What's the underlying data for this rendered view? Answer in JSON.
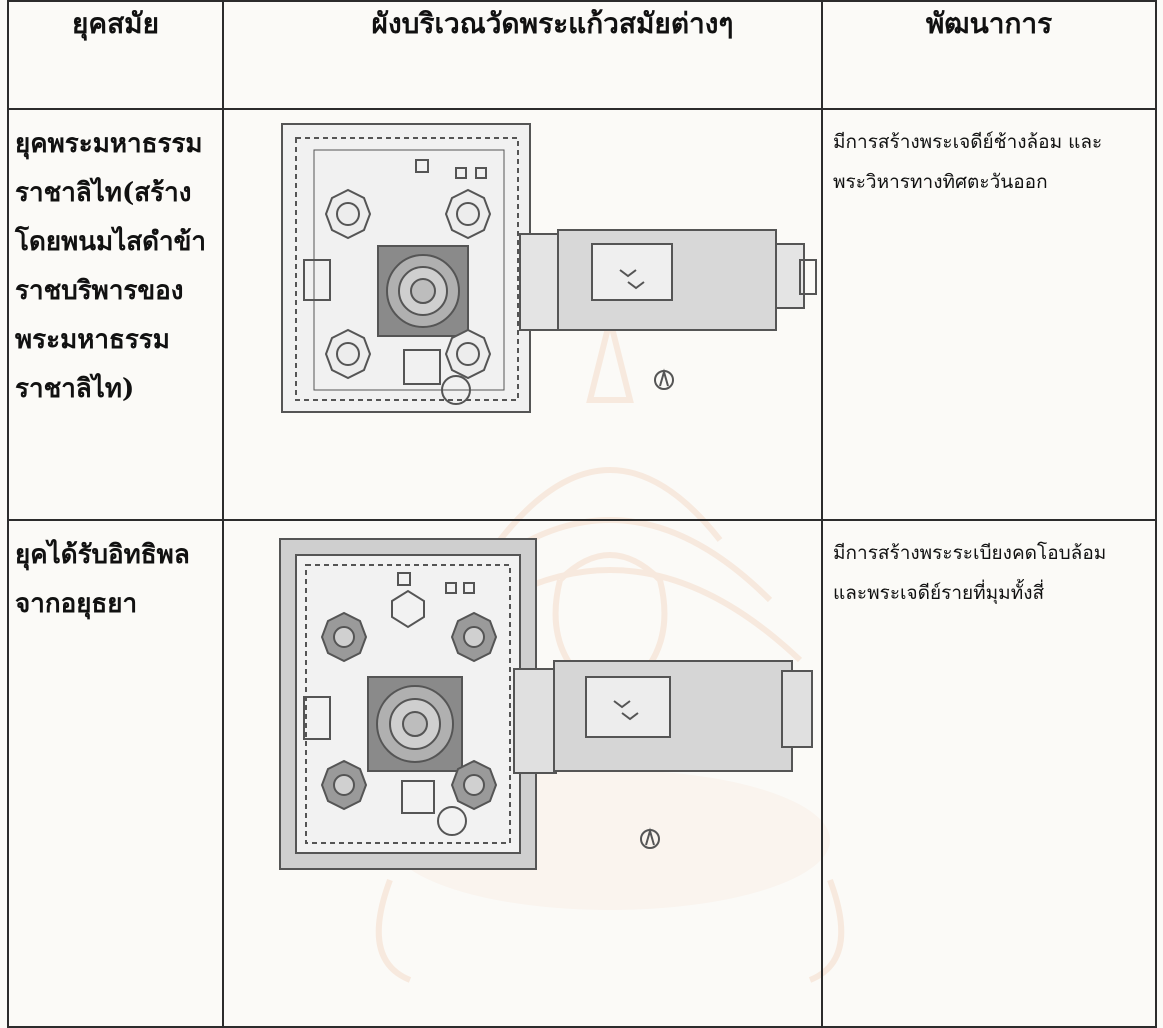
{
  "table": {
    "headers": {
      "era": "ยุคสมัย",
      "plan": "ผังบริเวณวัดพระแก้วสมัยต่างๆ",
      "development": "พัฒนาการ"
    },
    "rows": [
      {
        "era_lines": [
          "ยุคพระมหาธรรม",
          "ราชาลิไท(สร้าง",
          "โดยพนมไสดำข้า",
          "ราชบริพารของ",
          "พระมหาธรรม",
          "ราชาลิไท)"
        ],
        "development_lines": [
          "มีการสร้างพระเจดีย์ช้างล้อม และ",
          "พระวิหารทางทิศตะวันออก"
        ],
        "plan_image": "temple-site-plan-early"
      },
      {
        "era_lines": [
          "ยุคได้รับอิทธิพล",
          "จากอยุธยา"
        ],
        "development_lines": [
          "มีการสร้างพระระเบียงคดโอบล้อม",
          "และพระเจดีย์รายที่มุมทั้งสี่"
        ],
        "plan_image": "temple-site-plan-ayutthaya"
      }
    ]
  },
  "colors": {
    "border": "#2c2c2c",
    "plan_line": "#555555",
    "plan_fill_light": "#e6e6e6",
    "plan_fill_dark": "#8a8a8a",
    "watermark": "#e8a070"
  }
}
